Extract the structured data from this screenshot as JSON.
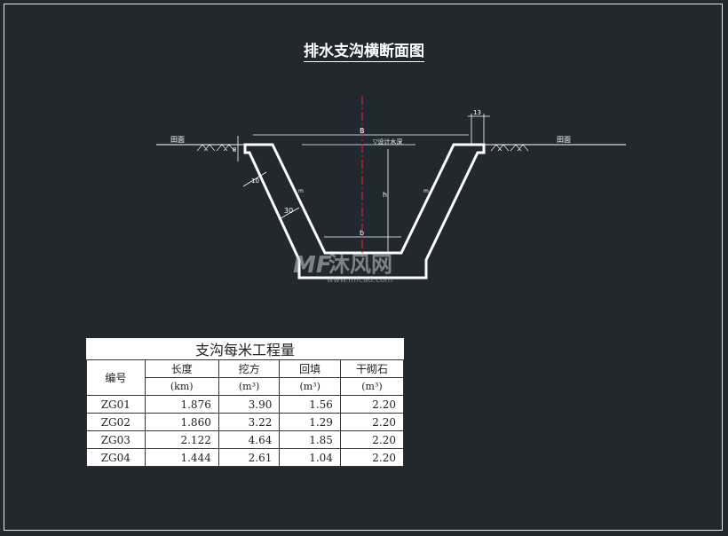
{
  "title": "排水支沟横断面图",
  "section": {
    "ground_label_left": "田面",
    "ground_label_right": "田面",
    "dim_top_width": "B",
    "dim_lip": "13",
    "dim_lip_height": "8",
    "dim_lining": "10",
    "dim_wall": "30",
    "dim_depth": "h",
    "dim_bottom_width": "b",
    "water_level": "▽设计水深",
    "slope_left": "m",
    "slope_right": "m",
    "watermark": "沐风网 www.mfcad.com"
  },
  "table": {
    "caption": "支沟每米工程量",
    "headers": [
      "编号",
      "长度",
      "挖方",
      "回填",
      "干砌石"
    ],
    "units": [
      "(km)",
      "(m³)",
      "(m³)",
      "(m³)"
    ],
    "rows": [
      [
        "ZG01",
        "1.876",
        "3.90",
        "1.56",
        "2.20"
      ],
      [
        "ZG02",
        "1.860",
        "3.22",
        "1.29",
        "2.20"
      ],
      [
        "ZG03",
        "2.122",
        "4.64",
        "1.85",
        "2.20"
      ],
      [
        "ZG04",
        "1.444",
        "2.61",
        "1.04",
        "2.20"
      ]
    ]
  },
  "colors": {
    "background": "#212830",
    "lines": "#ffffff",
    "centerline": "#e0202a"
  }
}
